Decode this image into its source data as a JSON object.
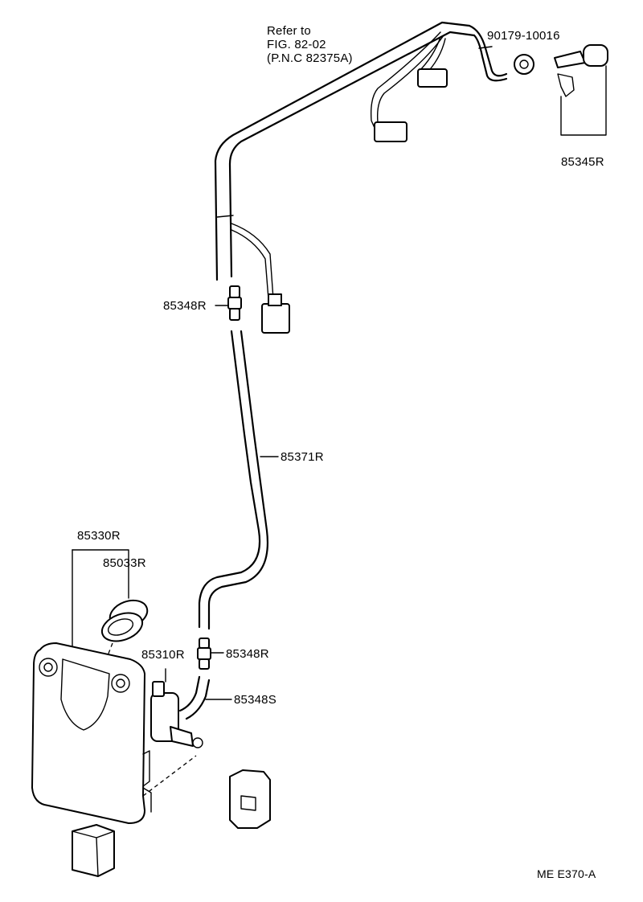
{
  "diagram": {
    "reference_note": [
      "Refer to",
      "FIG. 82-02",
      "(P.N.C 82375A)"
    ],
    "labels": {
      "p90179": "90179-10016",
      "p85345R": "85345R",
      "p85348R_upper": "85348R",
      "p85371R": "85371R",
      "p85330R": "85330R",
      "p85033R": "85033R",
      "p85310R": "85310R",
      "p85348R_lower": "85348R",
      "p85348S": "85348S"
    },
    "figure_code": "ME E370-A"
  }
}
